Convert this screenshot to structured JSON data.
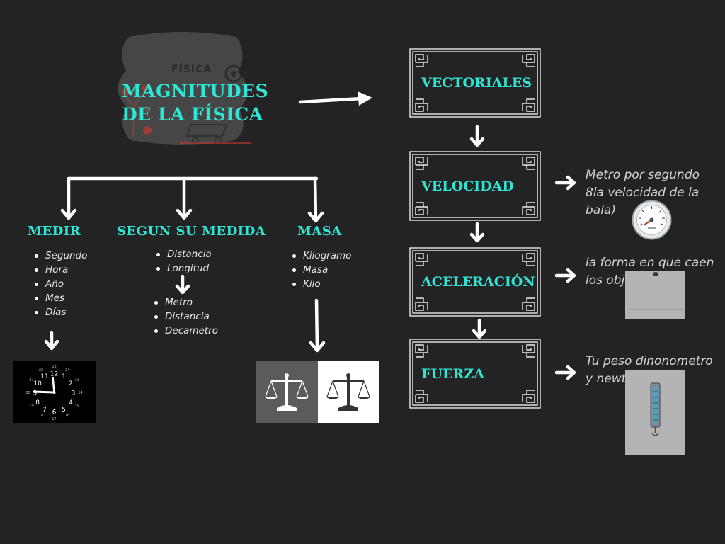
{
  "title": {
    "line1": "MAGNITUDES",
    "line2": "DE LA FÍSICA"
  },
  "title_image_text": "FÍSICA",
  "categories": [
    {
      "title": "MEDIR",
      "items": [
        "Segundo",
        "Hora",
        "Año",
        "Mes",
        "Días"
      ]
    },
    {
      "title": "SEGUN SU MEDIDA",
      "items": [
        "Distancia",
        "Longitud"
      ],
      "sub_items": [
        "Metro",
        "Distancia",
        "Decametro"
      ]
    },
    {
      "title": "MASA",
      "items": [
        "Kilogramo",
        "Masa",
        "Kilo"
      ]
    }
  ],
  "boxes": [
    {
      "label": "VECTORIALES",
      "note": ""
    },
    {
      "label": "VELOCIDAD",
      "note": "Metro por segundo 8la velocidad de la bala)"
    },
    {
      "label": "ACELERACIÓN",
      "note": "la forma en que caen los objetos"
    },
    {
      "label": "FUERZA",
      "note": "Tu peso dinonometro y newtons"
    }
  ],
  "clock": {
    "numbers": [
      "12",
      "1",
      "2",
      "3",
      "4",
      "5",
      "6",
      "7",
      "8",
      "9",
      "10",
      "11"
    ],
    "inner": [
      "23",
      "24",
      "13",
      "14",
      "15",
      "16",
      "17",
      "18",
      "19",
      "20",
      "21",
      "22"
    ]
  },
  "colors": {
    "background": "#232324",
    "accent": "#2ee6d6",
    "text": "#e8e8e8",
    "arrow": "#ffffff"
  }
}
